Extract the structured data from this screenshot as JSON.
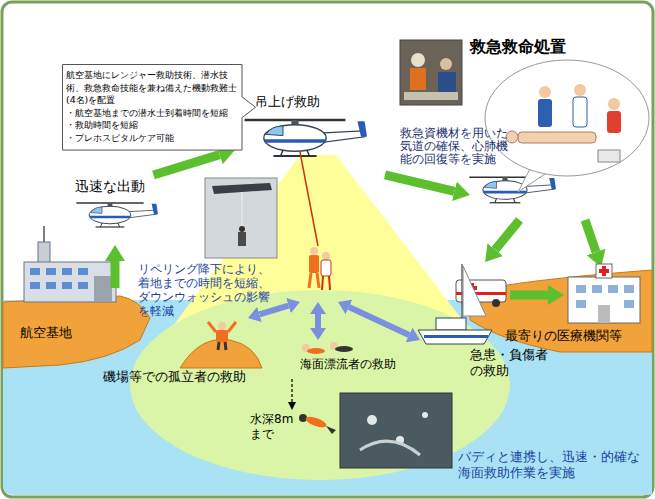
{
  "diagram": {
    "nodes": [
      {
        "text": [
          "航空基地にレンジャー救助技術、潜水技術、救急救命技能を兼ね備えた機動救難士(4名)を配置",
          "・航空基地までの潜水士到着時間を短縮",
          "・救助時間を短縮",
          "・プレホスピタルケア可能"
        ]
      },
      {
        "text": [
          "航空基地"
        ]
      },
      {
        "text": [
          "迅速な出動"
        ]
      },
      {
        "text": [
          "吊上げ救助"
        ]
      },
      {
        "text": [
          "救急救命処置"
        ]
      },
      {
        "text": [
          "磯場等での孤立者の救助"
        ]
      },
      {
        "text": [
          "海面漂流者の救助"
        ]
      },
      {
        "text": [
          "急患・負傷者の救助"
        ]
      },
      {
        "text": [
          "最寄りの医療機関等"
        ]
      }
    ],
    "edges": [
      {
        "from": 1,
        "to": 2,
        "arrow": "to"
      },
      {
        "from": 2,
        "to": 3,
        "arrow": "to"
      },
      {
        "from": 3,
        "to": 4,
        "arrow": "to"
      },
      {
        "from": 4,
        "to": 8,
        "arrow": "to"
      },
      {
        "from": 3,
        "to": 5,
        "arrow": "both"
      },
      {
        "from": 3,
        "to": 6,
        "arrow": "both"
      },
      {
        "from": 3,
        "to": 7,
        "arrow": "both"
      }
    ],
    "labels": [
      "リペリング降下により、着地までの時間を短縮、ダウンウォッシュの影響を軽減",
      "救急資機材を用いた気道の確保、心肺機能の回復等を実施",
      "水深8m まで",
      "バディと連携し、迅速・的確な海面救助作業を実施"
    ]
  }
}
